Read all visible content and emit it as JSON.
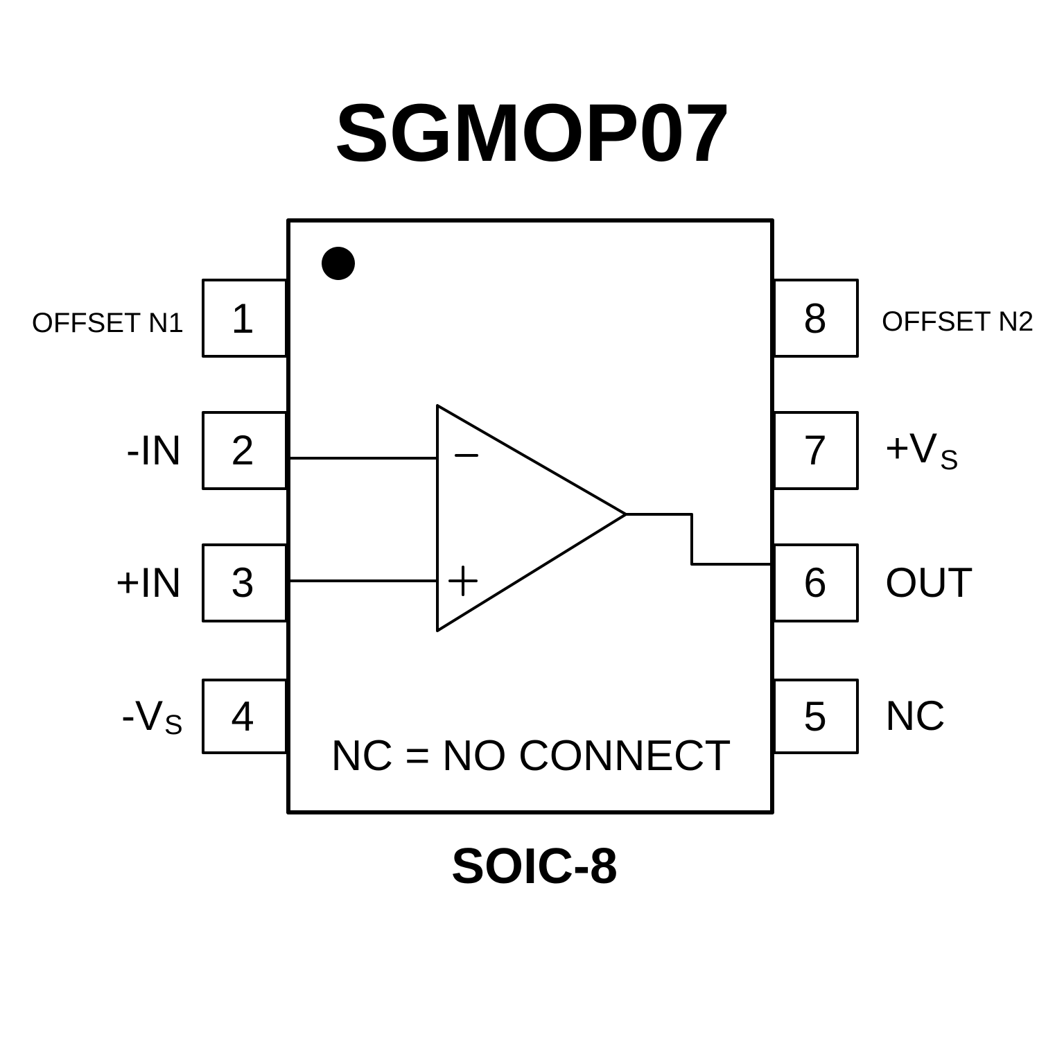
{
  "title": "SGMOP07",
  "package": "SOIC-8",
  "note": "NC = NO CONNECT",
  "colors": {
    "ink": "#000000",
    "background": "#ffffff"
  },
  "pins": [
    {
      "number": "1",
      "name": "OFFSET N1",
      "side": "left"
    },
    {
      "number": "2",
      "name": "-IN",
      "side": "left"
    },
    {
      "number": "3",
      "name": "+IN",
      "side": "left"
    },
    {
      "number": "4",
      "name": "-V",
      "name_sub": "S",
      "side": "left"
    },
    {
      "number": "5",
      "name": "NC",
      "side": "right"
    },
    {
      "number": "6",
      "name": "OUT",
      "side": "right"
    },
    {
      "number": "7",
      "name": "+V",
      "name_sub": "S",
      "side": "right"
    },
    {
      "number": "8",
      "name": "OFFSET N2",
      "side": "right"
    }
  ],
  "opamp": {
    "inverting_symbol": "−",
    "noninverting_symbol": "+"
  },
  "pin1_marker": "pin-1-indicator-dot"
}
